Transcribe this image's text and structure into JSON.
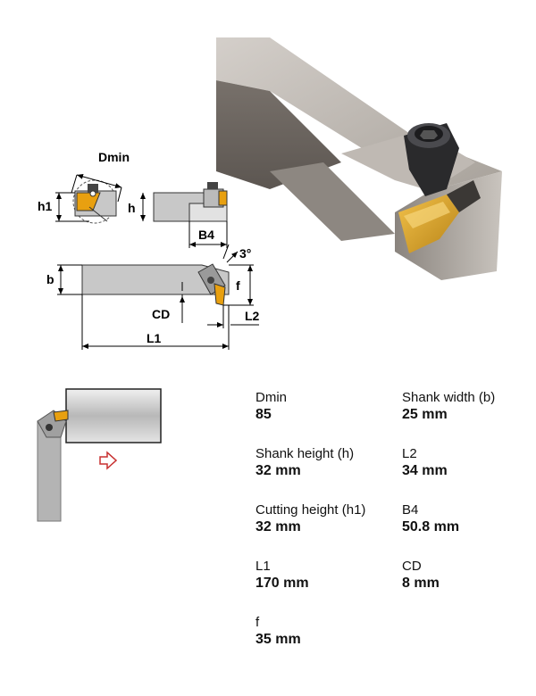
{
  "drawing": {
    "labels": {
      "dmin": "Dmin",
      "h1": "h1",
      "h": "h",
      "b4": "B4",
      "angle": "3°",
      "b": "b",
      "f": "f",
      "cd": "CD",
      "l2": "L2",
      "l1": "L1"
    }
  },
  "specs": [
    {
      "label": "Dmin",
      "value": "85"
    },
    {
      "label": "Shank width (b)",
      "value": "25 mm"
    },
    {
      "label": "Shank height (h)",
      "value": "32 mm"
    },
    {
      "label": "L2",
      "value": "34 mm"
    },
    {
      "label": "Cutting height (h1)",
      "value": "32 mm"
    },
    {
      "label": "B4",
      "value": "50.8 mm"
    },
    {
      "label": "L1",
      "value": "170 mm"
    },
    {
      "label": "CD",
      "value": "8 mm"
    },
    {
      "label": "f",
      "value": "35 mm"
    }
  ],
  "colors": {
    "insert": "#e8a010",
    "shank": "#c8c8c8",
    "steel_dark": "#6e6862",
    "steel_light": "#bdb7b0",
    "arrow": "#c83030"
  }
}
